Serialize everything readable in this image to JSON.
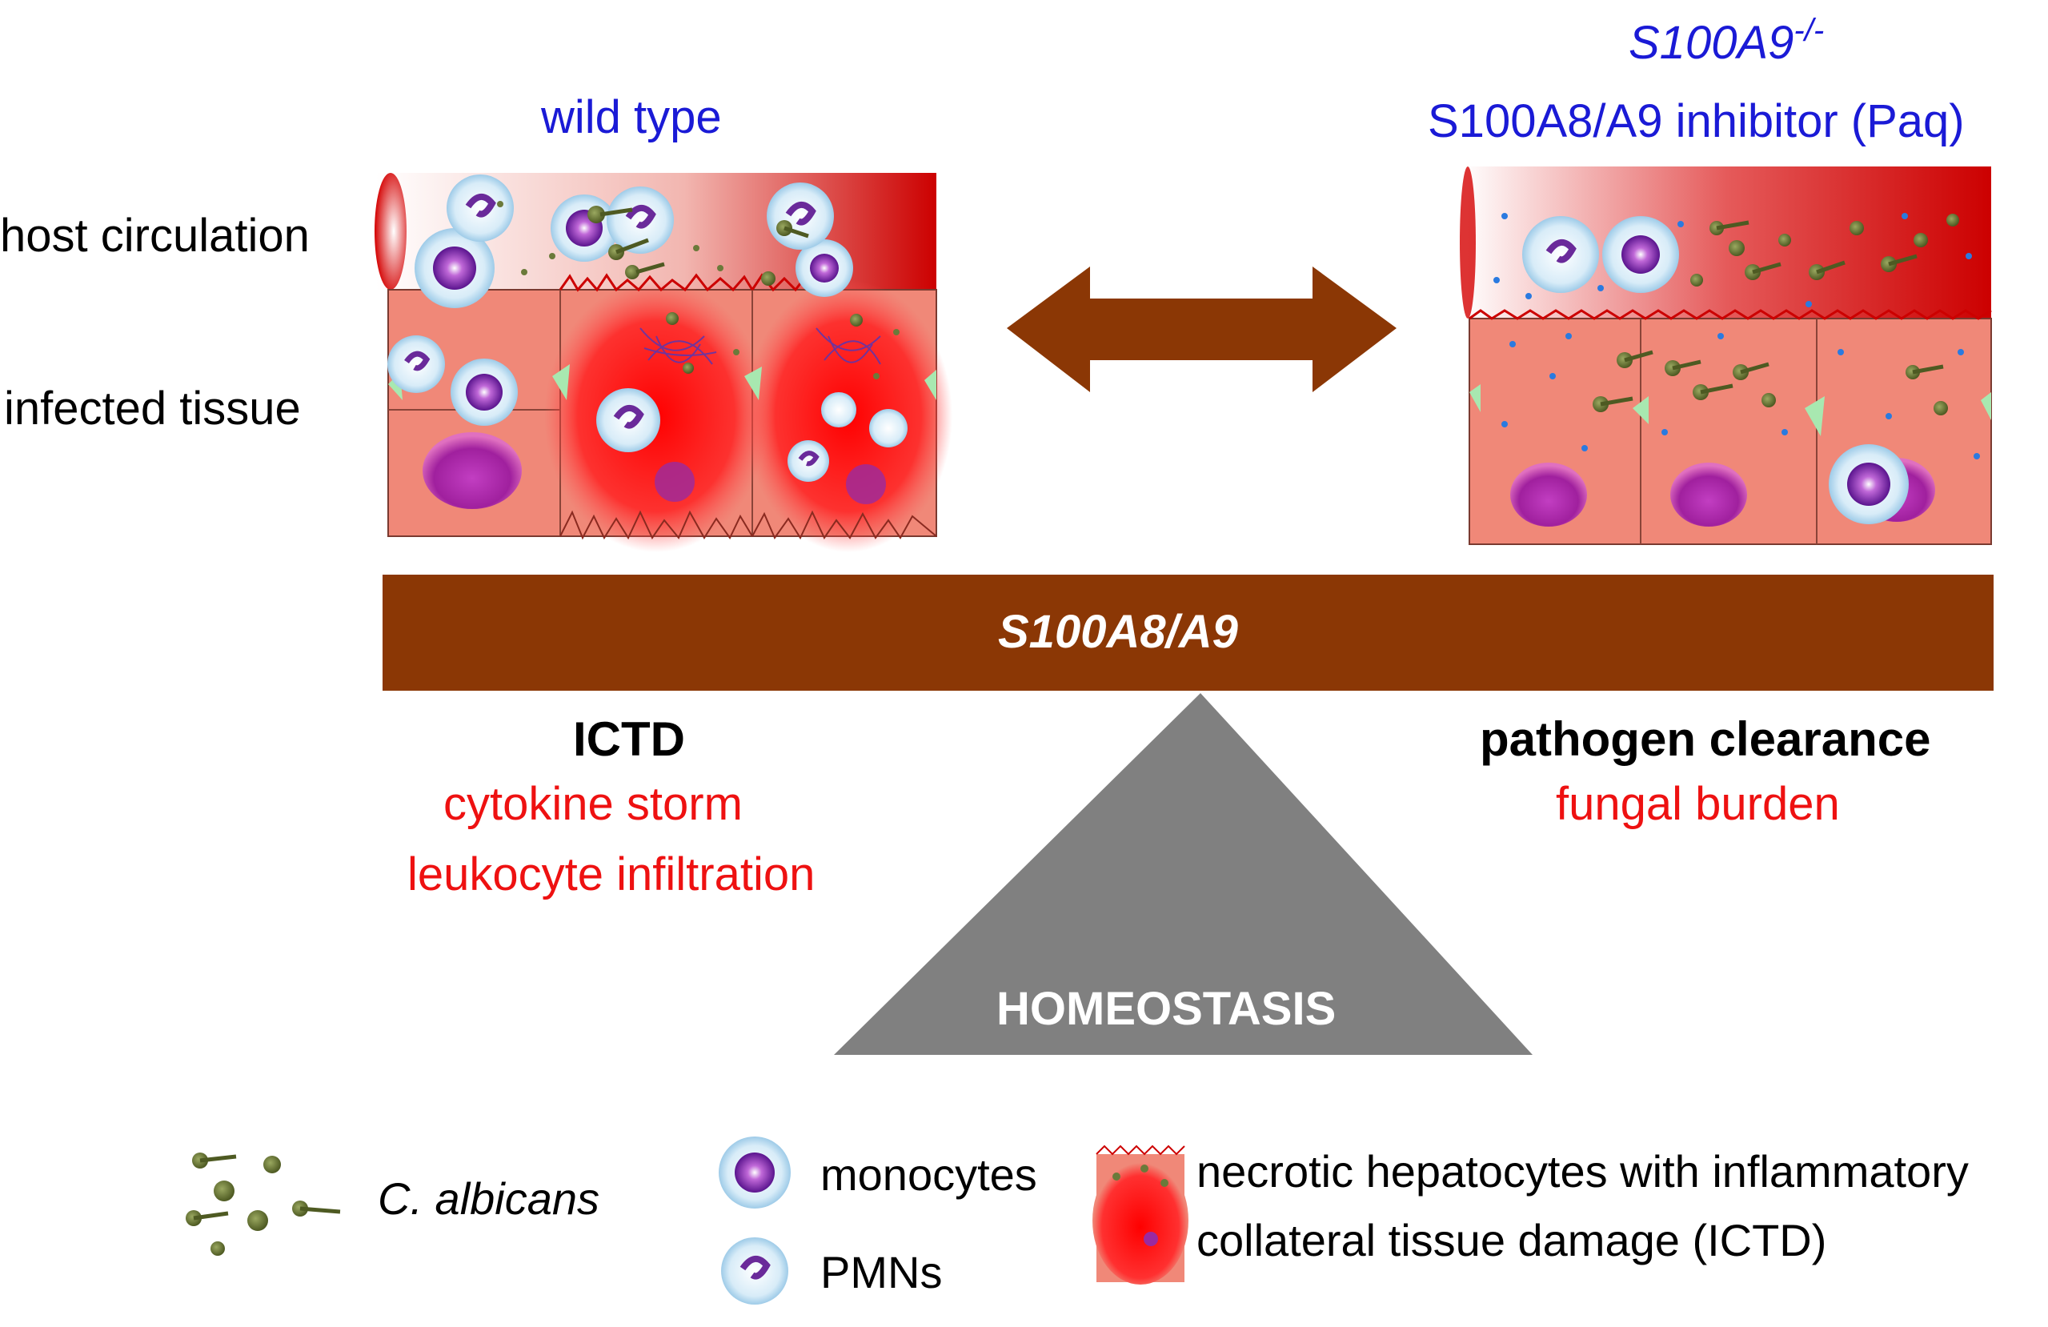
{
  "conditions": {
    "left": "wild type",
    "right_line1_gene": "S100A9",
    "right_line1_sup": "-/-",
    "right_line2": "S100A8/A9 inhibitor (Paq)"
  },
  "row_labels": {
    "circulation": "host circulation",
    "tissue": "infected tissue"
  },
  "beam": {
    "label": "S100A8/A9",
    "color": "#8b3705"
  },
  "left_outcome": {
    "title": "ICTD",
    "effects": [
      "cytokine storm",
      "leukocyte infiltration"
    ]
  },
  "right_outcome": {
    "title": "pathogen clearance",
    "effects": [
      "fungal burden"
    ]
  },
  "fulcrum": {
    "label": "HOMEOSTASIS",
    "color": "#808080"
  },
  "legend": {
    "candida": "C. albicans",
    "monocytes": "monocytes",
    "pmns": "PMNs",
    "ictd_line1": "necrotic hepatocytes with inflammatory",
    "ictd_line2": "collateral tissue damage (ICTD)"
  },
  "colors": {
    "accent_blue": "#1a1ad6",
    "effect_red": "#ee1111",
    "arrow_brown": "#8b3705",
    "vessel_red": "#d40000",
    "tissue_salmon": "#f08878",
    "fungus_green": "#6b7a3a"
  }
}
